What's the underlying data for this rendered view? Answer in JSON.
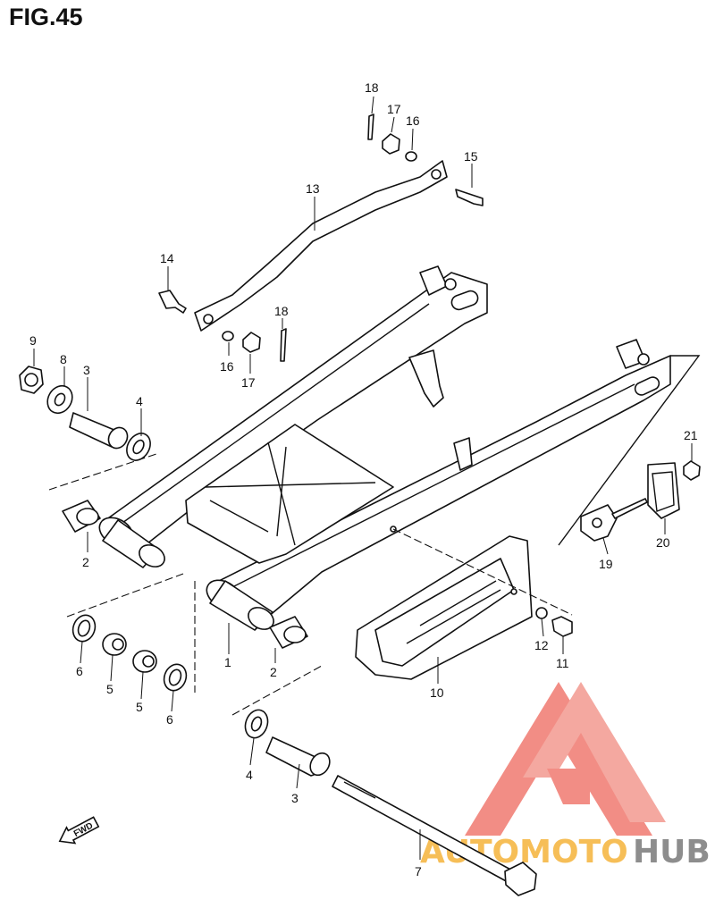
{
  "figure": {
    "title": "FIG.45"
  },
  "fwd": {
    "label": "FWD"
  },
  "watermark": {
    "part1": "AUTOMOTO",
    "part2": "HUB",
    "color_orange": "#f5b33a",
    "color_gray": "#7a7a7a",
    "color_red": "#f07a70"
  },
  "callouts": {
    "c1": "1",
    "c2a": "2",
    "c2b": "2",
    "c3a": "3",
    "c3b": "3",
    "c4a": "4",
    "c4b": "4",
    "c5a": "5",
    "c5b": "5",
    "c6a": "6",
    "c6b": "6",
    "c7": "7",
    "c8": "8",
    "c9": "9",
    "c10": "10",
    "c11": "11",
    "c12": "12",
    "c13": "13",
    "c14": "14",
    "c15": "15",
    "c16a": "16",
    "c16b": "16",
    "c17a": "17",
    "c17b": "17",
    "c18a": "18",
    "c18b": "18",
    "c19": "19",
    "c20": "20",
    "c21": "21"
  }
}
